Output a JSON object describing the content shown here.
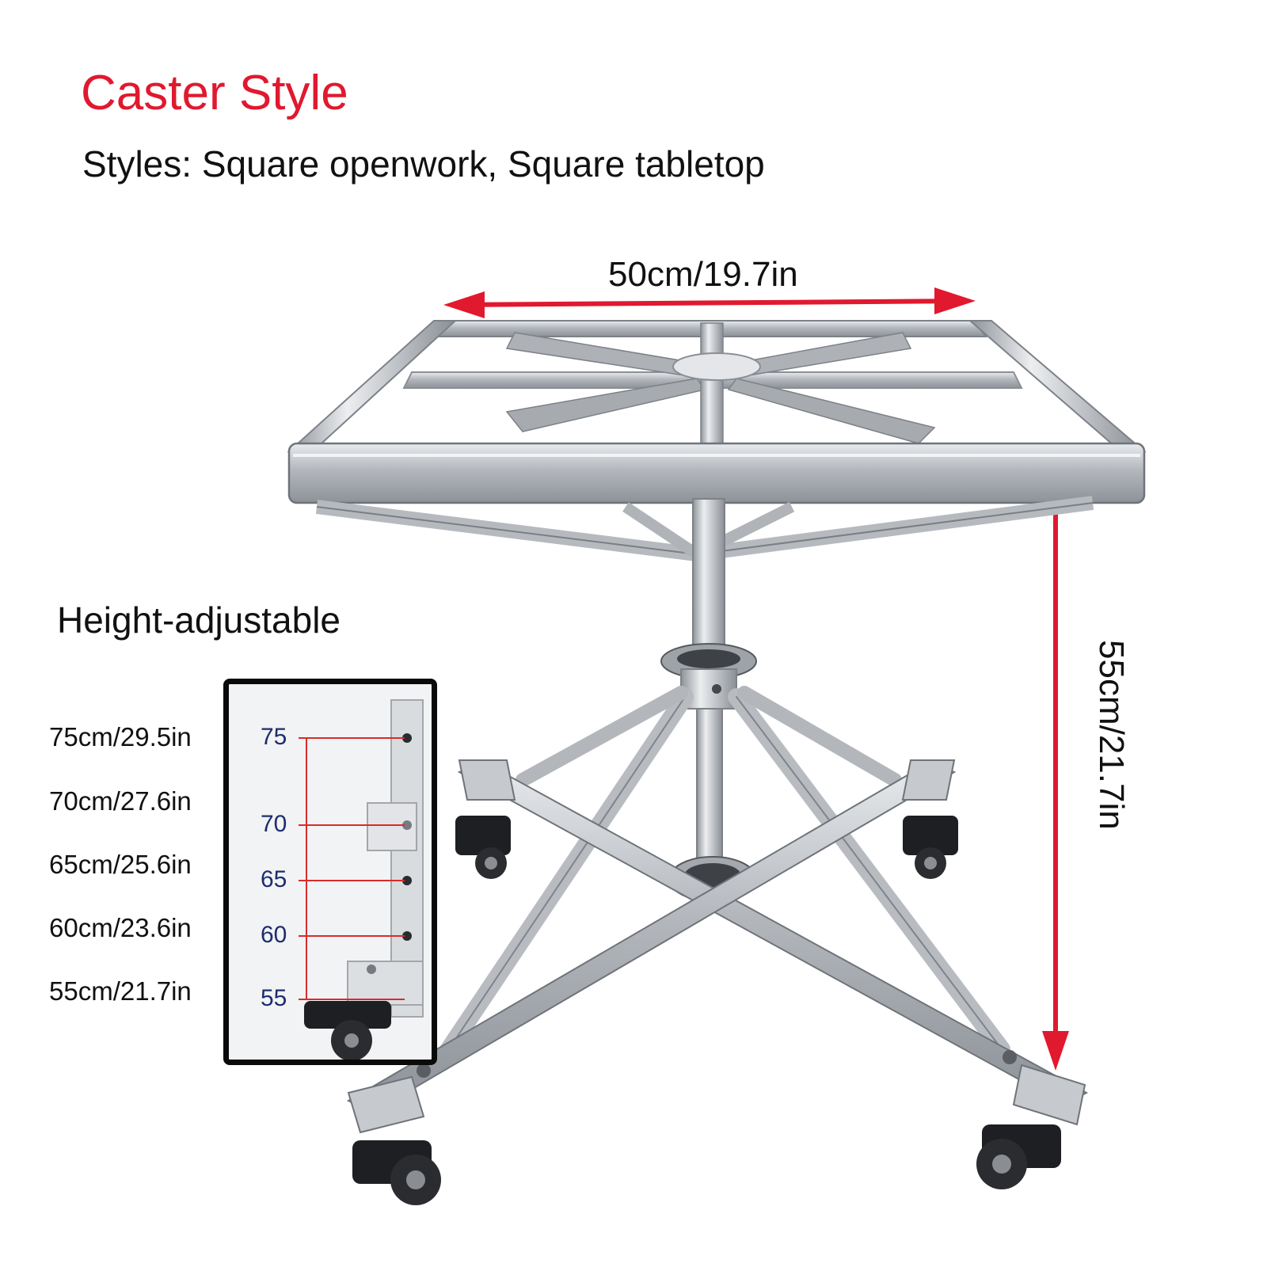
{
  "title": "Caster Style",
  "styles_text": "Styles: Square openwork, Square tabletop",
  "width_dimension": "50cm/19.7in",
  "height_dimension": "55cm/21.7in",
  "adjustable_title": "Height-adjustable",
  "height_settings": [
    {
      "label": "75cm/29.5in",
      "mark": "75"
    },
    {
      "label": "70cm/27.6in",
      "mark": "70"
    },
    {
      "label": "65cm/25.6in",
      "mark": "65"
    },
    {
      "label": "60cm/23.6in",
      "mark": "60"
    },
    {
      "label": "55cm/21.7in",
      "mark": "55"
    }
  ],
  "colors": {
    "title_red": "#e0192f",
    "dimension_red": "#e0192f",
    "steel": "#b9bcc0",
    "inset_numbers": "#1d2d6e"
  }
}
